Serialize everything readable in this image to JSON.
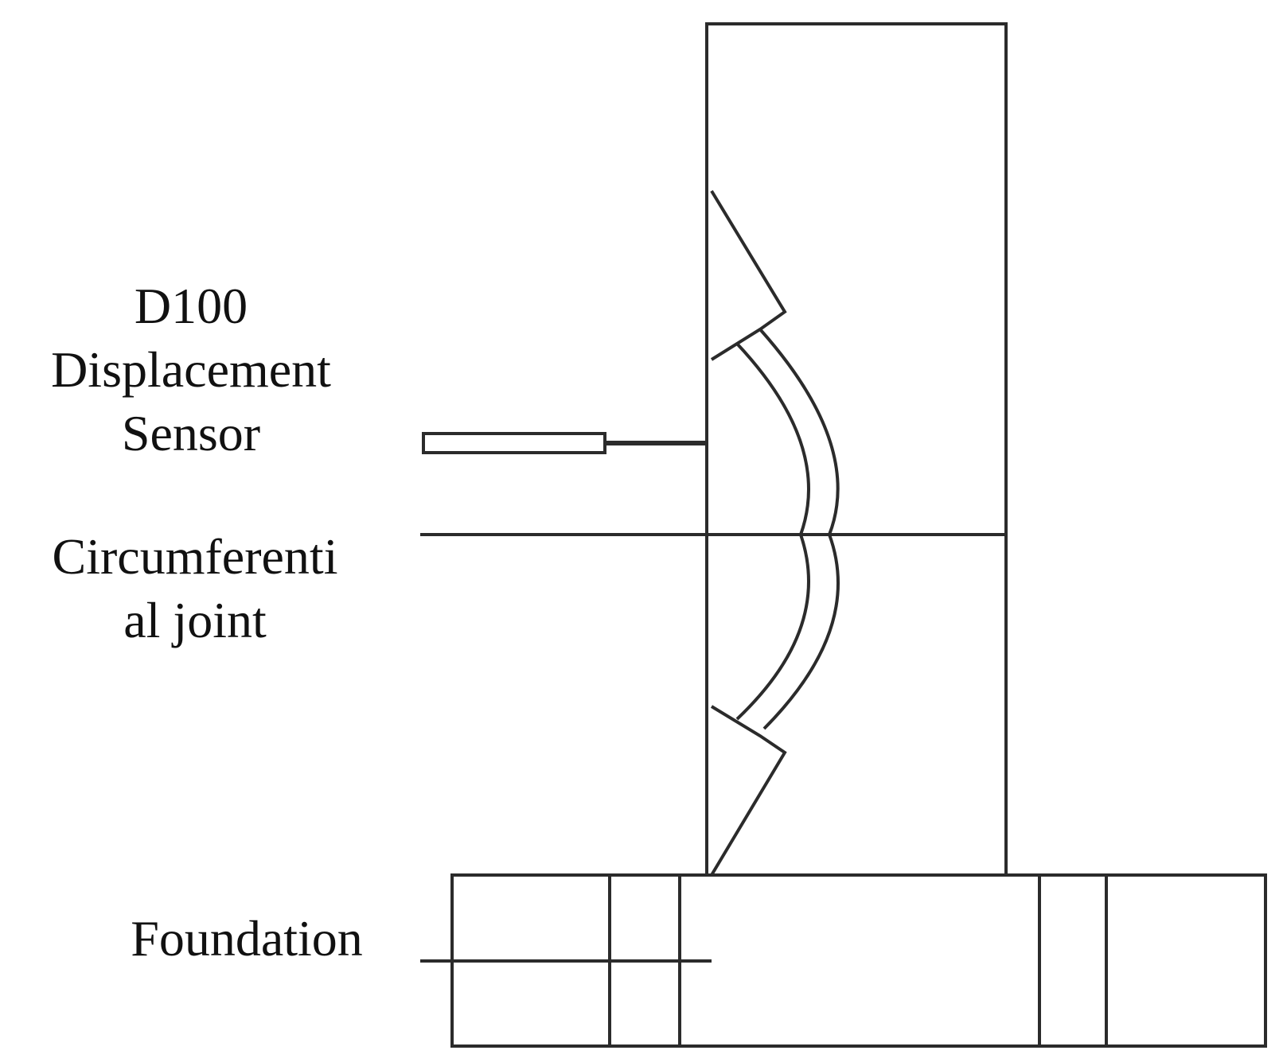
{
  "labels": {
    "sensor": [
      "D100",
      "Displacement",
      "Sensor"
    ],
    "joint": [
      "Circumferenti",
      "al joint"
    ],
    "foundation": "Foundation"
  },
  "colors": {
    "stroke": "#2b2b2b",
    "text": "#111111",
    "background": "#ffffff"
  }
}
